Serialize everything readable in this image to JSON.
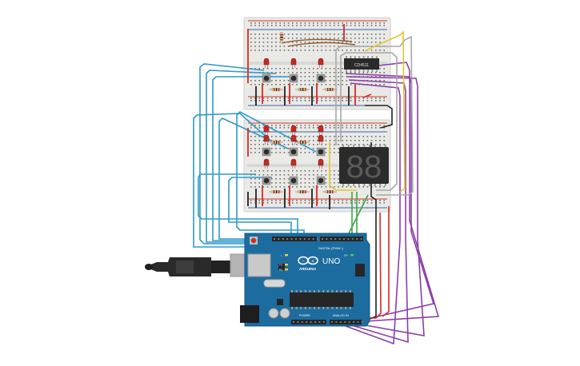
{
  "circuit": {
    "ic_label": "CD4511",
    "display_digits": "88",
    "arduino": {
      "digital_label": "DIGITAL (PWM~)",
      "model_label": "UNO",
      "brand_label": "ARDUINO",
      "power_label": "POWER",
      "analog_label": "ANALOG IN",
      "tx_label": "TX",
      "rx_label": "RX",
      "l_label": "L",
      "on_label": "ON"
    }
  },
  "colors": {
    "breadboard": "#e9e9e6",
    "breadboard_border": "#cfcfcb",
    "rail_red": "#d6342c",
    "rail_blue": "#3a63b8",
    "arduino_board": "#1c6c9f",
    "header_black": "#262626",
    "led_red": "#c22a22",
    "wire_blue": "#2f9ac8",
    "wire_purple": "#8a3fa6",
    "wire_red": "#d32b25",
    "wire_black": "#222222",
    "wire_gray": "#a8a8a8",
    "wire_yellow": "#e2c630",
    "wire_green": "#3aa845",
    "wire_brown": "#8a5a2b",
    "usb_silver": "#b4b4b4"
  }
}
